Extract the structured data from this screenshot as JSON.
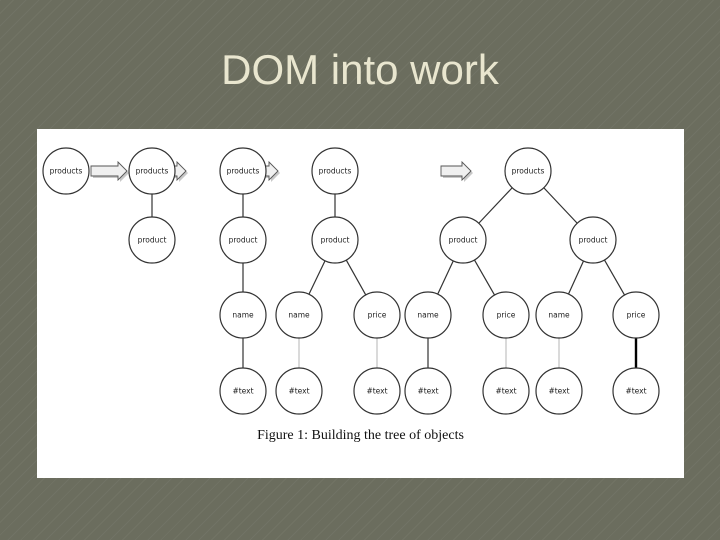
{
  "slide": {
    "title": "DOM into work"
  },
  "figure": {
    "caption": "Figure 1: Building the tree of objects",
    "nodes": [
      {
        "id": "s1-products",
        "label": "products"
      },
      {
        "id": "s2-products",
        "label": "products"
      },
      {
        "id": "s2-product",
        "label": "product"
      },
      {
        "id": "s3-products",
        "label": "products"
      },
      {
        "id": "s3-product",
        "label": "product"
      },
      {
        "id": "s3-name",
        "label": "name"
      },
      {
        "id": "s3-text",
        "label": "#text"
      },
      {
        "id": "s4-products",
        "label": "products"
      },
      {
        "id": "s4-product",
        "label": "product"
      },
      {
        "id": "s4-name",
        "label": "name"
      },
      {
        "id": "s4-price",
        "label": "price"
      },
      {
        "id": "s4-text1",
        "label": "#text"
      },
      {
        "id": "s4-text2",
        "label": "#text"
      },
      {
        "id": "s5-products",
        "label": "products"
      },
      {
        "id": "s5-product1",
        "label": "product"
      },
      {
        "id": "s5-product2",
        "label": "product"
      },
      {
        "id": "s5-name1",
        "label": "name"
      },
      {
        "id": "s5-price1",
        "label": "price"
      },
      {
        "id": "s5-name2",
        "label": "name"
      },
      {
        "id": "s5-price2",
        "label": "price"
      },
      {
        "id": "s5-text1",
        "label": "#text"
      },
      {
        "id": "s5-text2",
        "label": "#text"
      },
      {
        "id": "s5-text3",
        "label": "#text"
      },
      {
        "id": "s5-text4",
        "label": "#text"
      }
    ],
    "edges": [
      {
        "from": "s2-products",
        "to": "s2-product"
      },
      {
        "from": "s3-products",
        "to": "s3-product"
      },
      {
        "from": "s3-product",
        "to": "s3-name"
      },
      {
        "from": "s3-name",
        "to": "s3-text"
      },
      {
        "from": "s4-products",
        "to": "s4-product"
      },
      {
        "from": "s4-product",
        "to": "s4-name"
      },
      {
        "from": "s4-product",
        "to": "s4-price"
      },
      {
        "from": "s4-name",
        "to": "s4-text1",
        "style": "light"
      },
      {
        "from": "s4-price",
        "to": "s4-text2",
        "style": "light"
      },
      {
        "from": "s5-products",
        "to": "s5-product1"
      },
      {
        "from": "s5-products",
        "to": "s5-product2"
      },
      {
        "from": "s5-product1",
        "to": "s5-name1"
      },
      {
        "from": "s5-product1",
        "to": "s5-price1"
      },
      {
        "from": "s5-product2",
        "to": "s5-name2"
      },
      {
        "from": "s5-product2",
        "to": "s5-price2"
      },
      {
        "from": "s5-name1",
        "to": "s5-text1"
      },
      {
        "from": "s5-price1",
        "to": "s5-text2",
        "style": "light"
      },
      {
        "from": "s5-name2",
        "to": "s5-text3",
        "style": "light"
      },
      {
        "from": "s5-price2",
        "to": "s5-text4",
        "style": "bold"
      }
    ],
    "arrows": [
      {
        "after": "s1-products",
        "before": "s2-products"
      },
      {
        "after": "s2-products",
        "before": "s3-products"
      },
      {
        "after": "s3-products",
        "before": "s4-products"
      },
      {
        "after": "s4-products",
        "before": "s5-products"
      }
    ]
  }
}
